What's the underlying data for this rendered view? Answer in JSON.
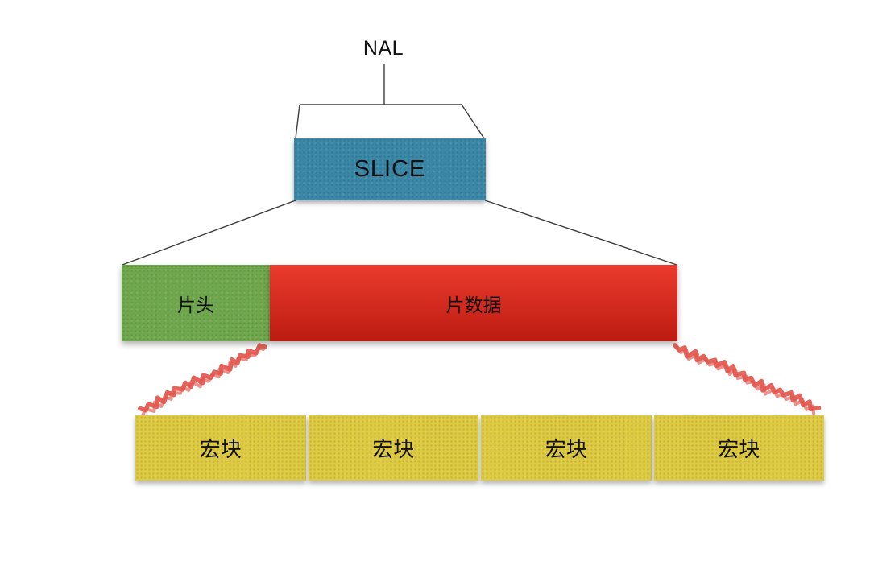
{
  "diagram": {
    "nal_label": "NAL",
    "slice_label": "SLICE",
    "slice_header_label": "片头",
    "slice_data_label": "片数据",
    "macroblocks": [
      {
        "label": "宏块"
      },
      {
        "label": "宏块"
      },
      {
        "label": "宏块"
      },
      {
        "label": "宏块"
      }
    ],
    "colors": {
      "slice_fill": "#3a87a6",
      "slice_header_fill": "#6fa74d",
      "slice_data_fill_top": "#ea3b2e",
      "slice_data_fill_bottom": "#bd1b11",
      "macroblock_fill": "#decb42",
      "squiggle_stroke": "#e2574e",
      "connector_stroke": "#3d3d3d",
      "text": "#111111"
    }
  }
}
